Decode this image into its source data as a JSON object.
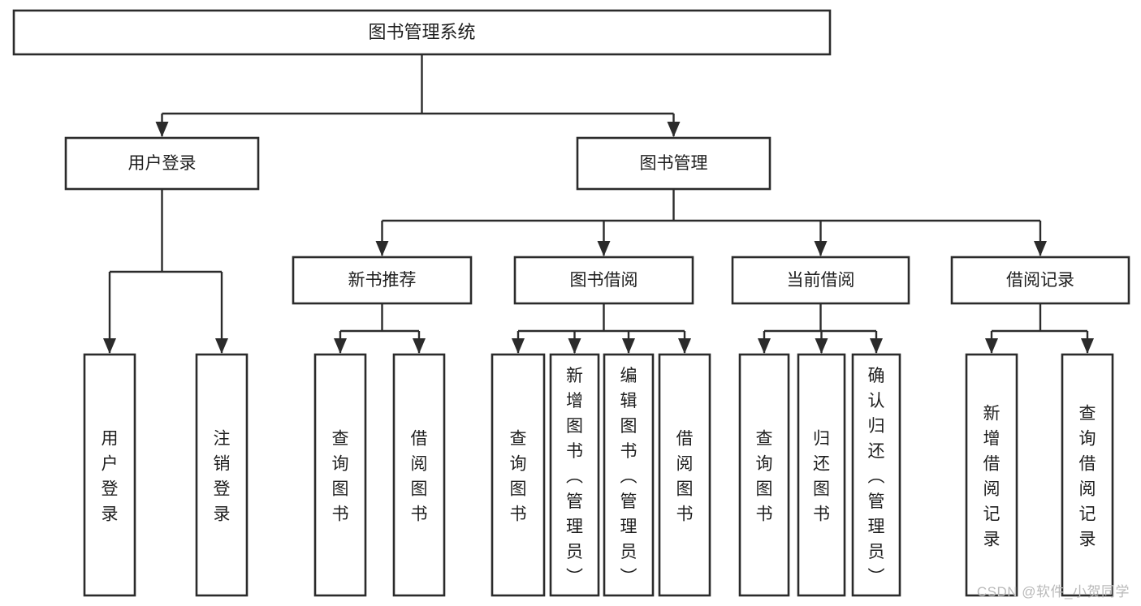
{
  "diagram": {
    "type": "tree",
    "title": "图书管理系统",
    "watermark": "CSDN @软件_小贺同学",
    "nodes": {
      "root": {
        "label": "图书管理系统",
        "level": 1,
        "orientation": "horizontal"
      },
      "l2": [
        {
          "id": "user-login",
          "label": "用户登录",
          "level": 2,
          "orientation": "horizontal"
        },
        {
          "id": "book-manage",
          "label": "图书管理",
          "level": 2,
          "orientation": "horizontal"
        }
      ],
      "l3": [
        {
          "id": "new-book-recommend",
          "label": "新书推荐",
          "level": 3,
          "orientation": "horizontal",
          "parent": "book-manage"
        },
        {
          "id": "book-borrow",
          "label": "图书借阅",
          "level": 3,
          "orientation": "horizontal",
          "parent": "book-manage"
        },
        {
          "id": "current-borrow",
          "label": "当前借阅",
          "level": 3,
          "orientation": "horizontal",
          "parent": "book-manage"
        },
        {
          "id": "borrow-record",
          "label": "借阅记录",
          "level": 3,
          "orientation": "horizontal",
          "parent": "book-manage"
        }
      ],
      "leaves": [
        {
          "id": "leaf-user-login",
          "label": "用户登录",
          "parent": "user-login",
          "orientation": "vertical"
        },
        {
          "id": "leaf-user-logout",
          "label": "注销登录",
          "parent": "user-login",
          "orientation": "vertical"
        },
        {
          "id": "leaf-query-book-1",
          "label": "查询图书",
          "parent": "new-book-recommend",
          "orientation": "vertical"
        },
        {
          "id": "leaf-borrow-book-1",
          "label": "借阅图书",
          "parent": "new-book-recommend",
          "orientation": "vertical"
        },
        {
          "id": "leaf-query-book-2",
          "label": "查询图书",
          "parent": "book-borrow",
          "orientation": "vertical"
        },
        {
          "id": "leaf-add-book",
          "label": "新增图书（管理员）",
          "parent": "book-borrow",
          "orientation": "vertical"
        },
        {
          "id": "leaf-edit-book",
          "label": "编辑图书（管理员）",
          "parent": "book-borrow",
          "orientation": "vertical"
        },
        {
          "id": "leaf-borrow-book-2",
          "label": "借阅图书",
          "parent": "book-borrow",
          "orientation": "vertical"
        },
        {
          "id": "leaf-query-book-3",
          "label": "查询图书",
          "parent": "current-borrow",
          "orientation": "vertical"
        },
        {
          "id": "leaf-return-book",
          "label": "归还图书",
          "parent": "current-borrow",
          "orientation": "vertical"
        },
        {
          "id": "leaf-confirm-return",
          "label": "确认归还（管理员）",
          "parent": "current-borrow",
          "orientation": "vertical"
        },
        {
          "id": "leaf-add-record",
          "label": "新增借阅记录",
          "parent": "borrow-record",
          "orientation": "vertical"
        },
        {
          "id": "leaf-query-record",
          "label": "查询借阅记录",
          "parent": "borrow-record",
          "orientation": "vertical"
        }
      ]
    },
    "colors": {
      "stroke": "#2b2b2b",
      "fill": "#ffffff",
      "text": "#1e1e1e",
      "watermark": "#b9b9b9"
    }
  }
}
